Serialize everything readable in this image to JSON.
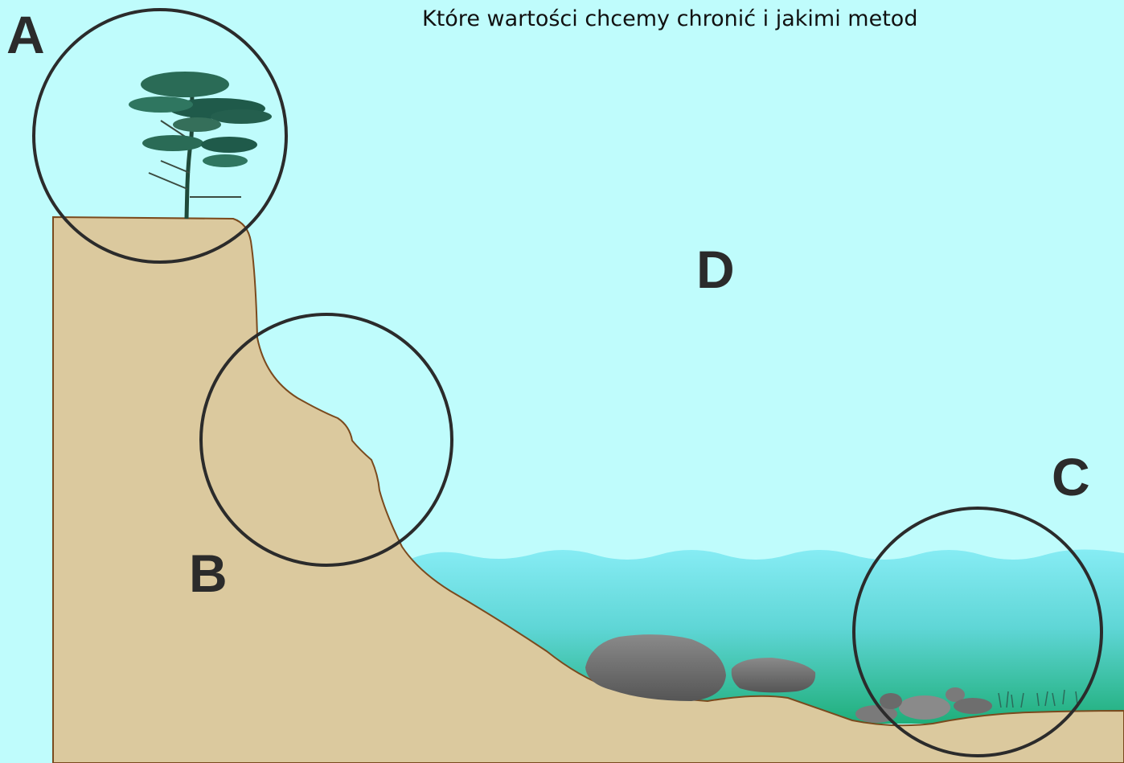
{
  "title": "Które wartości chcemy chronić i jakimi metod",
  "markers": {
    "a": "A",
    "b": "B",
    "c": "C",
    "d": "D"
  },
  "colors": {
    "sky": "#bffcfc",
    "land": "#dbc99e",
    "shoreline": "#7a4a1e",
    "water_top": "#7ee8f0",
    "water_bottom": "#22b27e",
    "circle": "#2b2b2b",
    "rock": "#6e6e6e",
    "tree": "#1f5a4a"
  }
}
